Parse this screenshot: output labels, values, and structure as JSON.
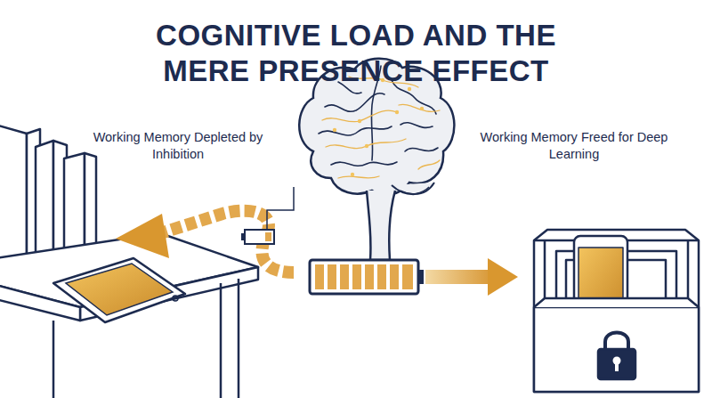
{
  "diagram": {
    "title": "COGNITIVE LOAD AND THE MERE PRESENCE EFFECT",
    "labels": [
      "Working Memory Depleted by Inhibition",
      "Working Memory Freed for Deep Learning"
    ]
  }
}
